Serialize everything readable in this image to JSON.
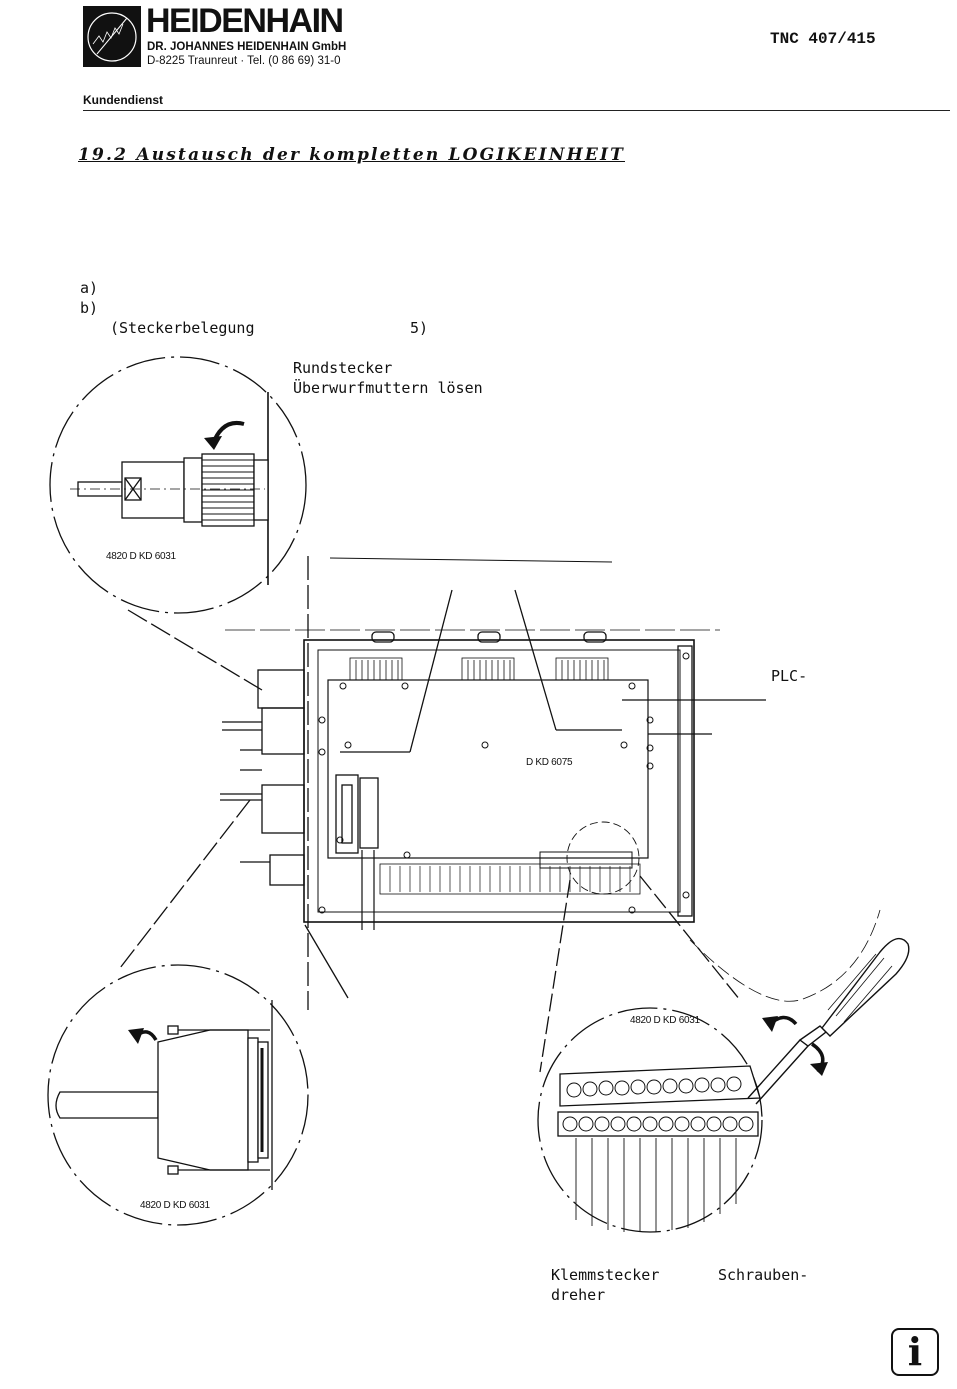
{
  "header": {
    "brand": "HEIDENHAIN",
    "company": "DR. JOHANNES HEIDENHAIN GmbH",
    "address": "D-8225 Traunreut · Tel. (0 86 69) 31-0",
    "model": "TNC 407/415",
    "department": "Kundendienst"
  },
  "section": {
    "heading": "19.2 Austausch der kompletten LOGIKEINHEIT"
  },
  "steps": {
    "a": "a)",
    "b": "b)",
    "b_note_left": "(Steckerbelegung",
    "b_note_right": "5)"
  },
  "labels": {
    "rundstecker_line1": "Rundstecker",
    "rundstecker_line2": "Überwurfmuttern lösen",
    "plc": "PLC-",
    "klemmstecker": "Klemmstecker",
    "schraubendreher_line1": "Schrauben-",
    "schraubendreher_line2": "dreher"
  },
  "drawing_codes": {
    "top_detail": "4820 D KD 6031",
    "center_unit": "D KD 6075",
    "bottom_left_detail": "4820 D KD 6031",
    "bottom_right_detail": "4820 D KD 6031"
  },
  "icons": {
    "logo": "heidenhain-logo-icon",
    "info": "info-icon"
  },
  "info_badge": {
    "glyph": "i"
  }
}
